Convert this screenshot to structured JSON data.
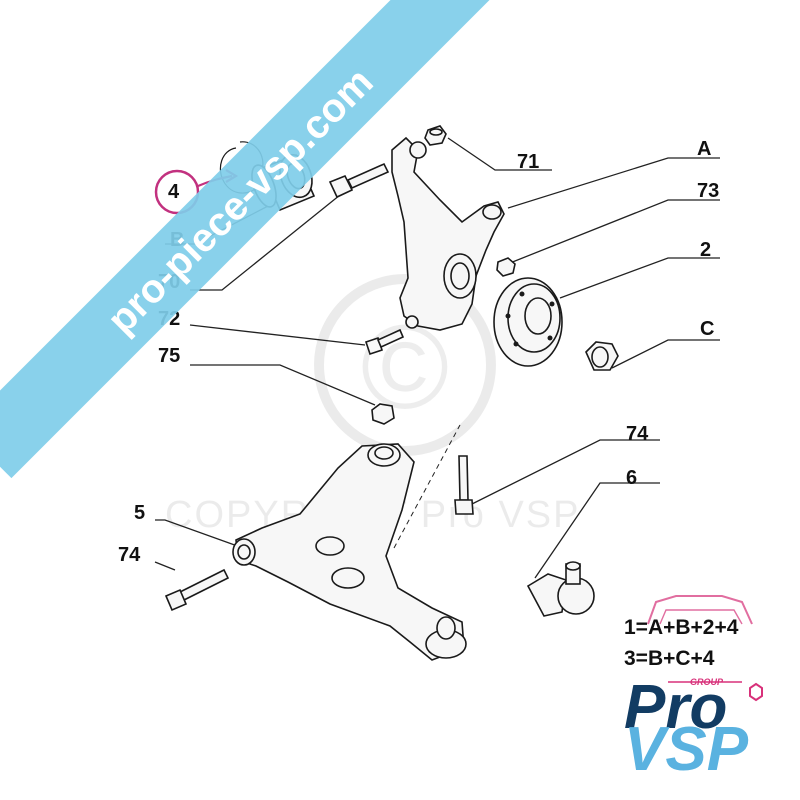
{
  "watermark": {
    "banner_text": "pro-piece-vsp.com",
    "copyright_text": "COPYRIGHT Pro VSP",
    "copyright_symbol": "©",
    "banner_color": "#7fcde9"
  },
  "callouts": {
    "c71": "71",
    "cA": "A",
    "c73": "73",
    "c2": "2",
    "cC": "C",
    "c4": "4",
    "cB": "B",
    "c70": "70",
    "c72": "72",
    "c75": "75",
    "c74_top": "74",
    "c6": "6",
    "c5": "5",
    "c74_left": "74"
  },
  "highlight": {
    "label": "4",
    "color": "#c2317f"
  },
  "kits": {
    "kit1": "1=A+B+2+4",
    "kit2": "3=B+C+4"
  },
  "logo": {
    "group": "GROUP",
    "line1": "Pro",
    "line2": "VSP",
    "dark_color": "#123c63",
    "light_color": "#5ab2e0",
    "accent_color": "#d8317a"
  },
  "parts": [
    {
      "id": "A",
      "name": "steering-knuckle"
    },
    {
      "id": "B",
      "name": "wheel-bearing"
    },
    {
      "id": "C",
      "name": "hub-nut"
    },
    {
      "id": "2",
      "name": "wheel-hub"
    },
    {
      "id": "4",
      "name": "circlip"
    },
    {
      "id": "5",
      "name": "lower-control-arm"
    },
    {
      "id": "6",
      "name": "ball-joint"
    },
    {
      "id": "70",
      "name": "bolt"
    },
    {
      "id": "71",
      "name": "nut"
    },
    {
      "id": "72",
      "name": "bolt"
    },
    {
      "id": "73",
      "name": "nut"
    },
    {
      "id": "74",
      "name": "bolt"
    },
    {
      "id": "75",
      "name": "nut"
    }
  ]
}
